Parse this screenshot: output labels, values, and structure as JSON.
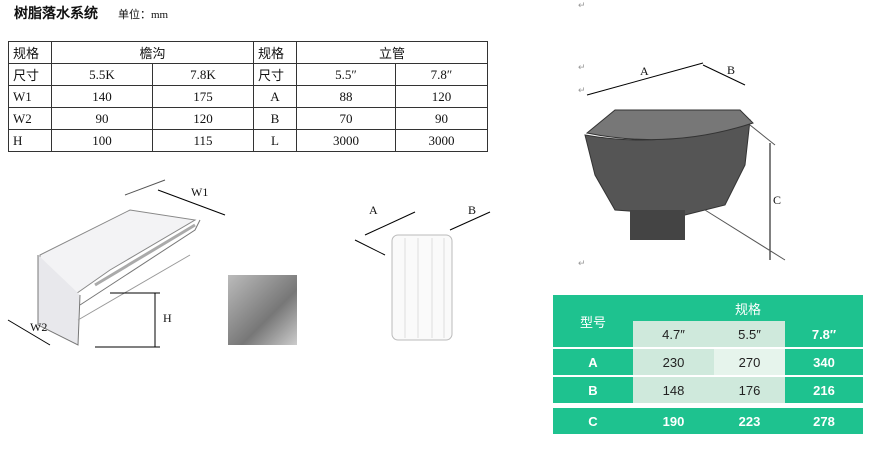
{
  "header": {
    "title": "树脂落水系统",
    "unit": "单位：mm"
  },
  "spec_table": {
    "gutter_header": "檐沟",
    "pipe_header": "立管",
    "spec_label": "规格",
    "size_label": "尺寸",
    "gutter_sizes": [
      "5.5K",
      "7.8K"
    ],
    "pipe_sizes": [
      "5.5″",
      "7.8″"
    ],
    "rows": [
      {
        "g": "W1",
        "g1": "140",
        "g2": "175",
        "p": "A",
        "p1": "88",
        "p2": "120"
      },
      {
        "g": "W2",
        "g1": "90",
        "g2": "120",
        "p": "B",
        "p1": "70",
        "p2": "90"
      },
      {
        "g": "H",
        "g1": "100",
        "g2": "115",
        "p": "L",
        "p1": "3000",
        "p2": "3000"
      }
    ]
  },
  "diagrams": {
    "gutter": {
      "w1": "W1",
      "w2": "W2",
      "h": "H"
    },
    "pipe": {
      "a": "A",
      "b": "B"
    },
    "hopper": {
      "a": "A",
      "b": "B",
      "c": "C"
    }
  },
  "return_mark": "↵",
  "hopper_table": {
    "model_label": "型号",
    "spec_label": "规格",
    "sizes": [
      "4.7″",
      "5.5″",
      "7.8″"
    ],
    "rows": [
      {
        "k": "A",
        "v": [
          "230",
          "270",
          "340"
        ]
      },
      {
        "k": "B",
        "v": [
          "148",
          "176",
          "216"
        ]
      },
      {
        "k": "C",
        "v": [
          "190",
          "223",
          "278"
        ]
      }
    ]
  },
  "colors": {
    "green": "#1ec28f",
    "light_green": "#cfe9dc"
  }
}
